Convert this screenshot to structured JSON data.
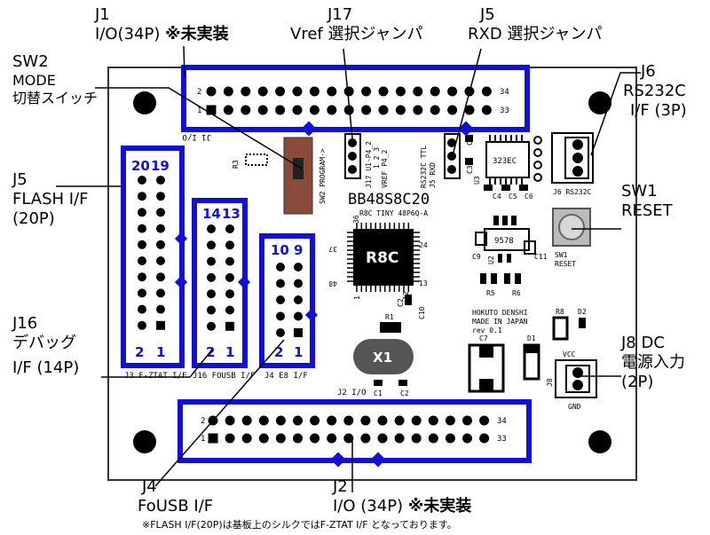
{
  "callouts": {
    "j1": {
      "name": "J1",
      "desc": "I/O(34P)",
      "note": "※未実装"
    },
    "j17": {
      "name": "J17",
      "desc": "Vref 選択ジャンパ"
    },
    "j5rxd": {
      "name": "J5",
      "desc": "RXD 選択ジャンパ"
    },
    "sw2": {
      "name": "SW2",
      "line1": "MODE",
      "line2": "切替スイッチ"
    },
    "j6": {
      "name": "J6",
      "line1": "RS232C",
      "line2": "I/F (3P)"
    },
    "j5flash": {
      "name": "J5",
      "line1": "FLASH I/F",
      "line2": "(20P)"
    },
    "sw1": {
      "name": "SW1",
      "line1": "RESET"
    },
    "j16": {
      "name": "J16",
      "line1": "デバッグ",
      "line2": "I/F (14P)"
    },
    "j8": {
      "name": "J8  DC",
      "line1": "電源入力",
      "line2": "(2P)"
    },
    "j4": {
      "name": "J4",
      "line1": "FoUSB I/F"
    },
    "j2": {
      "name": "J2",
      "desc": "I/O (34P)",
      "note": "※未実装"
    }
  },
  "board": {
    "title": "BB48S8C20",
    "subtitle": "R8C TINY 48P6Q-A",
    "chip": "R8C",
    "crystal": "X1",
    "maker1": "HOKUTO DENSHI",
    "maker2": "MADE IN JAPAN",
    "rev": "rev 0.1",
    "ic_323": "323EC",
    "ic_9578": "9578",
    "j1_silk": "J1 I/O",
    "j2_silk": "J2 I/O",
    "j3_silk": "J3 F-ZTAT I/F",
    "j16_silk": "J16 FOUSB I/F",
    "j4_silk": "J4 E8 I/F",
    "sw2_silk": "SW2 PROGRAM->",
    "j17_silk": "J17 U1-P4_2",
    "j17_silk2": "VREF P4_2",
    "j5_silk": "J5 RXD",
    "j5_silk2": "RS232C TTL",
    "j6_silk": "J6 RS232C",
    "sw1_silk": "SW1",
    "sw1_silk2": "RESET",
    "j8_vcc": "VCC",
    "j8_gnd": "GND",
    "j8_silk": "J8",
    "pin1": "1",
    "pin2": "2",
    "pin33": "33",
    "pin34": "34",
    "flash_top_a": "20",
    "flash_top_b": "19",
    "flash_bot_a": "2",
    "flash_bot_b": "1",
    "fousb_top_a": "14",
    "fousb_top_b": "13",
    "e8_top_a": "10",
    "e8_top_b": "9",
    "r3": "R3",
    "r1": "R1",
    "r5": "R5",
    "r6": "R6",
    "r8": "R8",
    "d1": "D1",
    "d2": "D2",
    "c1": "C1",
    "c2": "C2",
    "c3": "C3",
    "c4": "C4",
    "c5": "C5",
    "c6": "C6",
    "c7": "C7",
    "c8": "C8",
    "c9": "C9",
    "c10": "C10",
    "c11": "C11",
    "u2": "U2",
    "u3": "U3",
    "j17_pins": "1 2 3",
    "chip_pin1": "1",
    "chip_pin12": "12",
    "chip_pin13": "13",
    "chip_pin24": "24",
    "chip_pin36": "36",
    "chip_pin37": "37",
    "chip_pin48": "48"
  },
  "footnote": "※FLASH I/F(20P)は基板上のシルクではF-ZTAT I/F となっております。",
  "colors": {
    "frame": "#1010d8",
    "board_outline": "#222222",
    "label_blue": "#1010d8",
    "switch": "#8a4a3c",
    "crystal": "#555555"
  }
}
